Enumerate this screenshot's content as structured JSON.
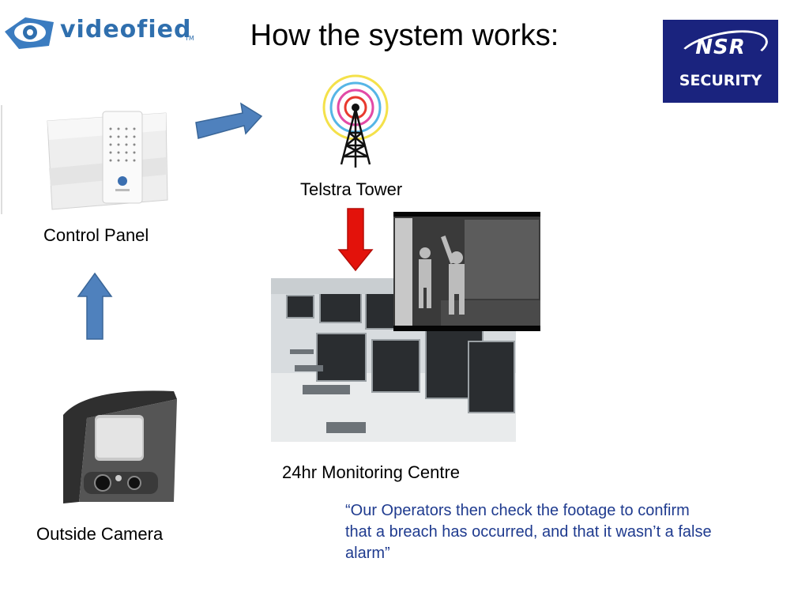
{
  "slide": {
    "title": "How the system works:"
  },
  "logos": {
    "brand": {
      "text": "videofied",
      "tm": "TM",
      "icon": "eye-icon",
      "color": "#2f6fae"
    },
    "partner": {
      "line1": "NSR",
      "line2": "SECURITY",
      "background": "#1a237e"
    }
  },
  "labels": {
    "control_panel": "Control Panel",
    "telstra_tower": "Telstra Tower",
    "monitoring_centre": "24hr Monitoring Centre",
    "outside_camera": "Outside Camera"
  },
  "quote": "“Our Operators then check the footage to confirm that a breach has occurred, and that it wasn’t a false alarm”",
  "colors": {
    "arrow_blue": "#4f81bd",
    "arrow_red": "#e3120b",
    "quote_text": "#1f3b8f"
  },
  "icons": {
    "arrow_panel_to_tower": "arrow-right-icon",
    "arrow_tower_to_centre": "arrow-down-icon",
    "arrow_camera_to_panel": "arrow-up-icon"
  }
}
